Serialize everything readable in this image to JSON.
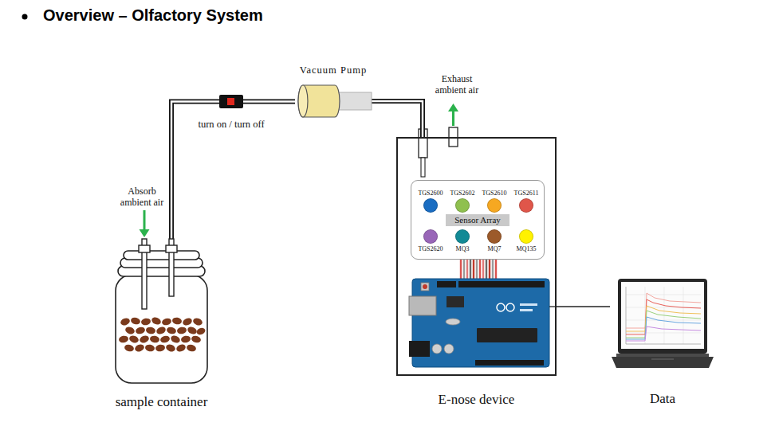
{
  "diagram": {
    "title": "Overview – Olfactory System",
    "nodes": [
      {
        "text": [
          "sample container"
        ]
      },
      {
        "text": [
          "turn on / turn off"
        ]
      },
      {
        "text": [
          "Vacuum Pump"
        ]
      },
      {
        "text": [
          "E-nose device"
        ]
      },
      {
        "text": [
          "Sensor Array"
        ],
        "in": 3
      },
      {
        "text": [
          "TGS2600"
        ],
        "in": 4
      },
      {
        "text": [
          "TGS2602"
        ],
        "in": 4
      },
      {
        "text": [
          "TGS2610"
        ],
        "in": 4
      },
      {
        "text": [
          "TGS2611"
        ],
        "in": 4
      },
      {
        "text": [
          "TGS2620"
        ],
        "in": 4
      },
      {
        "text": [
          "MQ3"
        ],
        "in": 4
      },
      {
        "text": [
          "MQ7"
        ],
        "in": 4
      },
      {
        "text": [
          "MQ135"
        ],
        "in": 4
      },
      {
        "text": [
          "Data"
        ]
      }
    ],
    "edges": [
      {
        "from": 0,
        "to": 1,
        "arrow": "none"
      },
      {
        "from": 1,
        "to": 2,
        "arrow": "none"
      },
      {
        "from": 2,
        "to": 3,
        "arrow": "none"
      },
      {
        "from": 3,
        "to": 13,
        "arrow": "none"
      }
    ],
    "labels": [
      "Absorb ambient air",
      "Exhaust ambient air"
    ]
  }
}
